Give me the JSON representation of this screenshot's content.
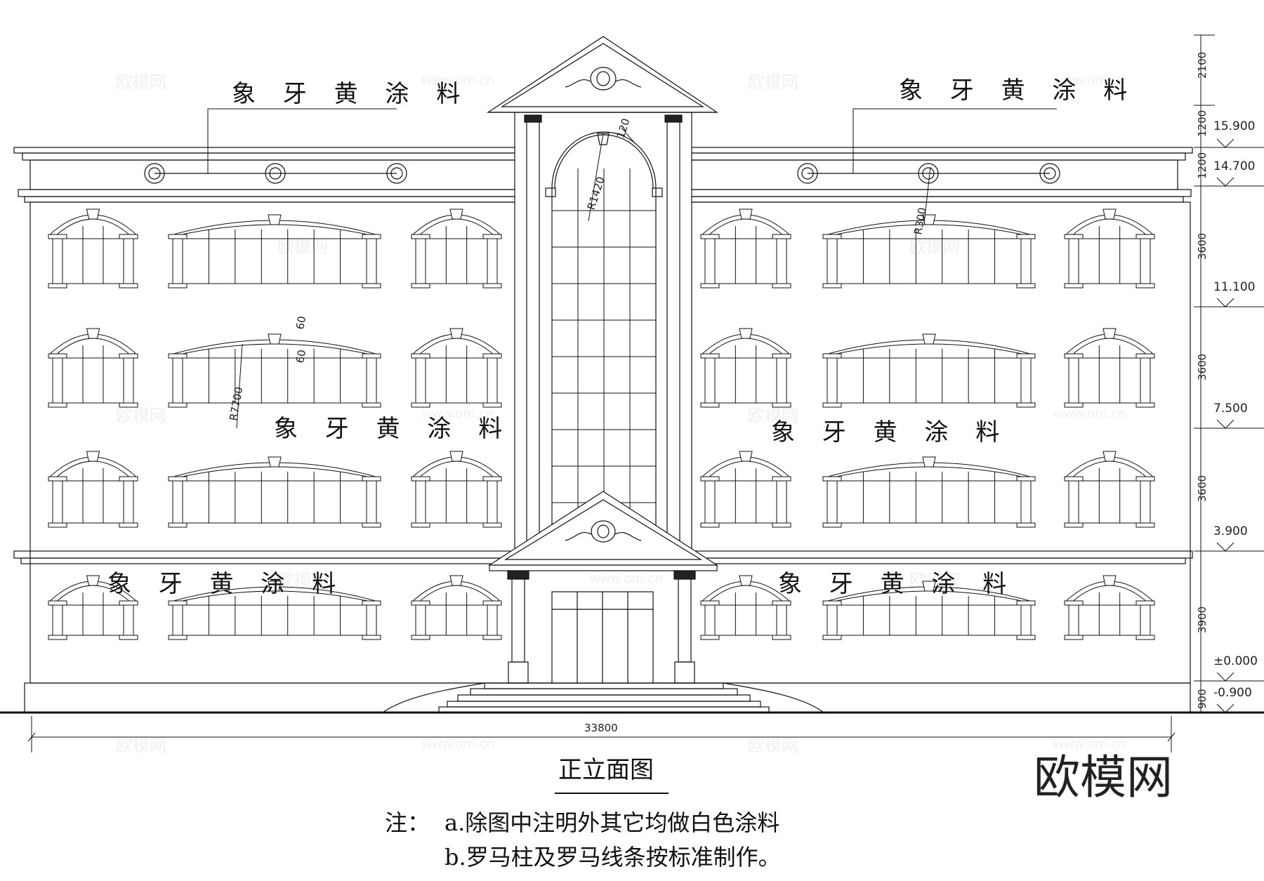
{
  "labels": {
    "ivory_paint_roof_left": "象 牙 黄 涂 料",
    "ivory_paint_roof_right": "象 牙 黄 涂 料",
    "ivory_paint_mid_left": "象 牙 黄 涂 料",
    "ivory_paint_mid_right": "象 牙 黄 涂 料",
    "ivory_paint_ground_left": "象 牙 黄 涂 料",
    "ivory_paint_ground_right": "象 牙 黄  涂   料"
  },
  "dimensions": {
    "vertical": [
      "2100",
      "1200",
      "1200",
      "3600",
      "3600",
      "3600",
      "3900",
      "900"
    ],
    "total_width": "33800",
    "arcs": [
      "R1420",
      "120",
      "R300",
      "R7700",
      "60",
      "60"
    ]
  },
  "elevations": [
    "15.900",
    "14.700",
    "11.100",
    "7.500",
    "3.900",
    "±0.000",
    "-0.900"
  ],
  "title": "正立面图",
  "notes": {
    "prefix": "注：",
    "a": "a.除图中注明外其它均做白色涂料",
    "b": "b.罗马柱及罗马线条按标准制作。"
  },
  "watermarks": {
    "brand": "欧模网",
    "url": "www.om.cn"
  },
  "brand_logo": "欧模网"
}
